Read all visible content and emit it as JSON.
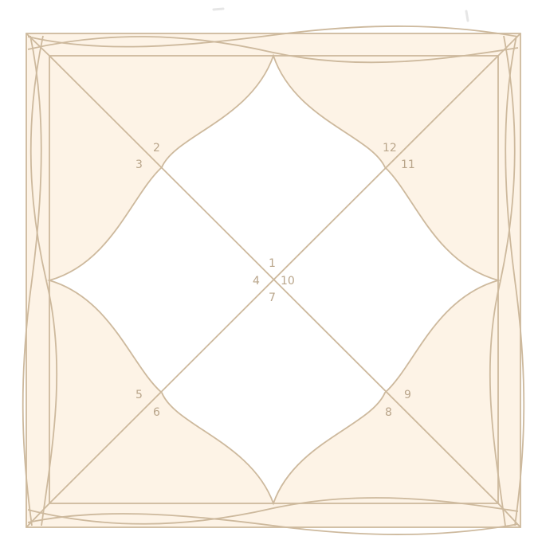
{
  "chart": {
    "house_numbers": [
      {
        "house": "1",
        "label": "1"
      },
      {
        "house": "2",
        "label": "2"
      },
      {
        "house": "3",
        "label": "3"
      },
      {
        "house": "4",
        "label": "4"
      },
      {
        "house": "5",
        "label": "5"
      },
      {
        "house": "6",
        "label": "6"
      },
      {
        "house": "7",
        "label": "7"
      },
      {
        "house": "8",
        "label": "8"
      },
      {
        "house": "9",
        "label": "9"
      },
      {
        "house": "10",
        "label": "10"
      },
      {
        "house": "11",
        "label": "11"
      },
      {
        "house": "12",
        "label": "12"
      }
    ]
  },
  "colors": {
    "background": "#ffffff",
    "fill": "#fdf3e6",
    "stroke": "#cdb99d",
    "text": "#b9a58a"
  }
}
